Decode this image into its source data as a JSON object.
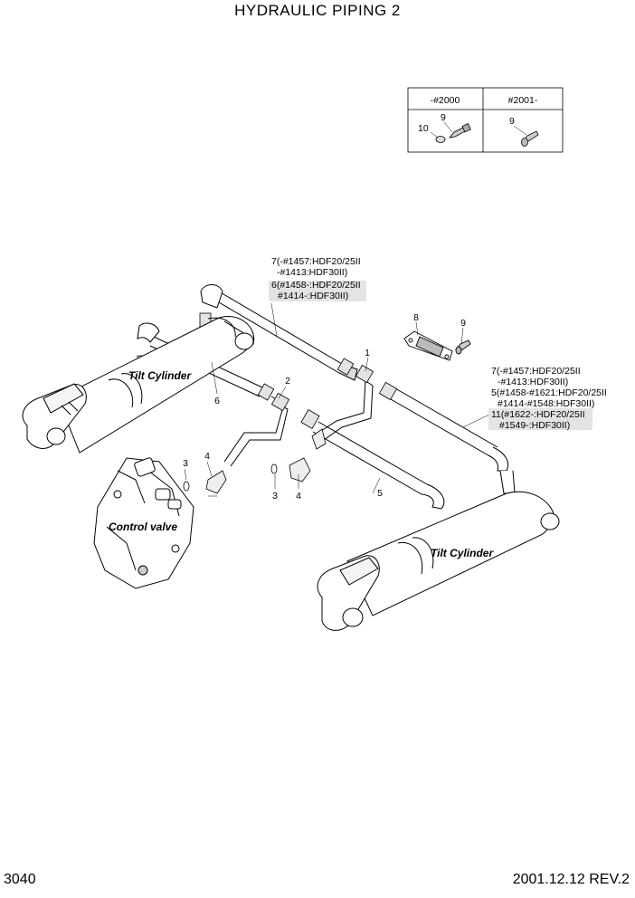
{
  "title": "HYDRAULIC PIPING 2",
  "page_number": "3040",
  "revision_date": "2001.12.12 REV.2",
  "inset_table": {
    "col1_header": "-#2000",
    "col2_header": "#2001-",
    "col1_labels": [
      "10",
      "9"
    ],
    "col2_labels": [
      "9"
    ]
  },
  "components": {
    "tilt_cylinder_left": "Tilt Cylinder",
    "tilt_cylinder_right": "Tilt Cylinder",
    "control_valve": "Control valve"
  },
  "callouts": {
    "top_note": [
      "7(-#1457:HDF20/25II",
      "-#1413:HDF30II)",
      "6(#1458-:HDF20/25II",
      "#1414-:HDF30II)"
    ],
    "right_note": [
      "7(-#1457:HDF20/25II",
      "-#1413:HDF30II)",
      "5(#1458-#1621:HDF20/25II",
      "#1414-#1548:HDF30II)",
      "11(#1622-:HDF20/25II",
      "#1549-:HDF30II)"
    ],
    "part_numbers": {
      "p1": "1",
      "p2": "2",
      "p3a": "3",
      "p3b": "3",
      "p4a": "4",
      "p4b": "4",
      "p5": "5",
      "p6": "6",
      "p8": "8",
      "p9": "9"
    }
  }
}
